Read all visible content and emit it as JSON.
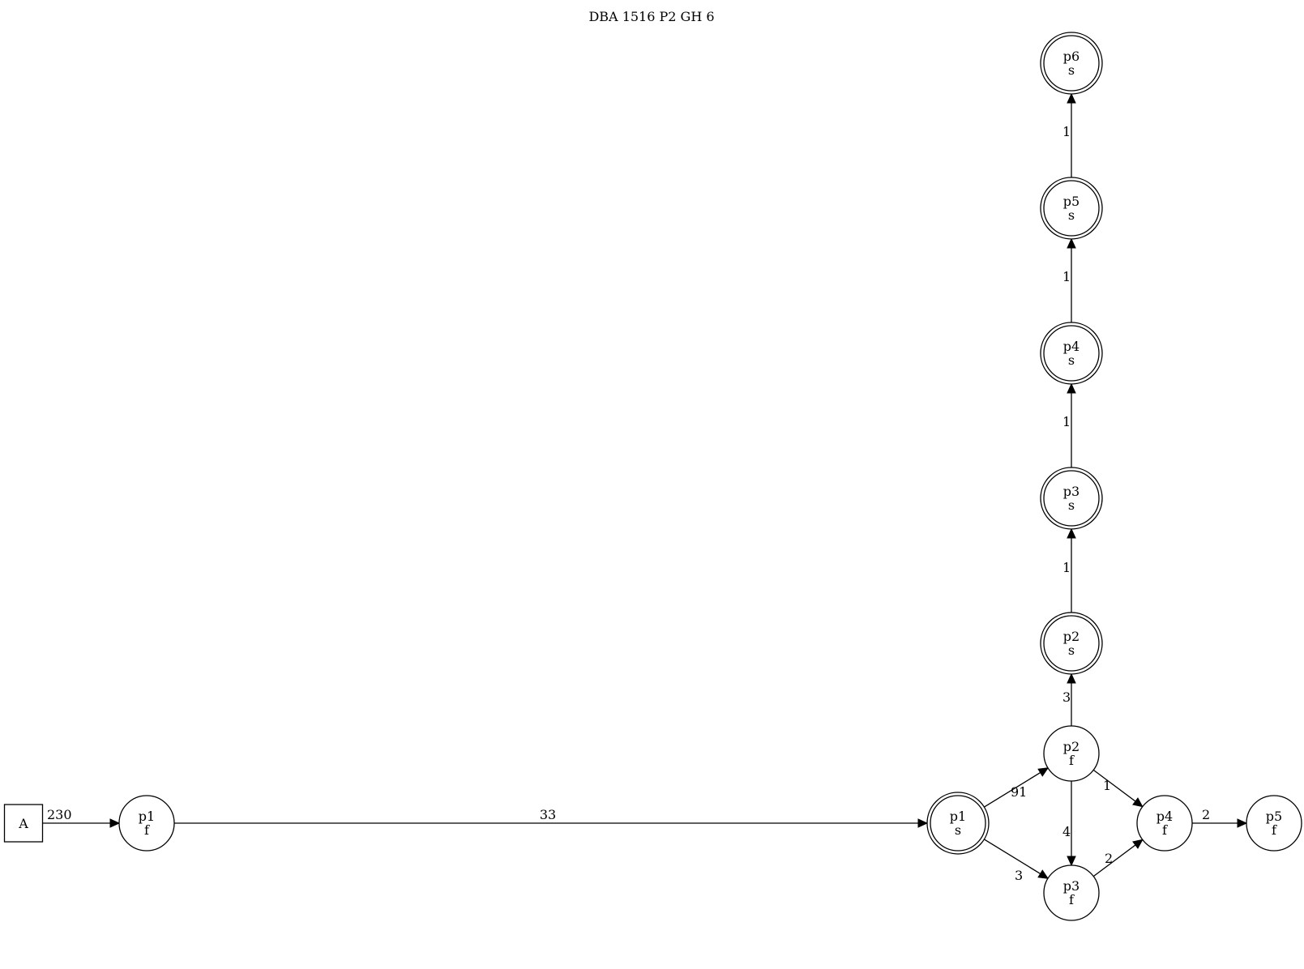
{
  "title": "DBA 1516 P2 GH 6",
  "nodes": [
    {
      "id": "A",
      "shape": "box",
      "line1": "A",
      "line2": ""
    },
    {
      "id": "p1f",
      "shape": "circle",
      "line1": "p1",
      "line2": "f"
    },
    {
      "id": "p1s",
      "shape": "doublecircle",
      "line1": "p1",
      "line2": "s"
    },
    {
      "id": "p2f",
      "shape": "circle",
      "line1": "p2",
      "line2": "f"
    },
    {
      "id": "p3f",
      "shape": "circle",
      "line1": "p3",
      "line2": "f"
    },
    {
      "id": "p4f",
      "shape": "circle",
      "line1": "p4",
      "line2": "f"
    },
    {
      "id": "p5f",
      "shape": "circle",
      "line1": "p5",
      "line2": "f"
    },
    {
      "id": "p2s",
      "shape": "doublecircle",
      "line1": "p2",
      "line2": "s"
    },
    {
      "id": "p3s",
      "shape": "doublecircle",
      "line1": "p3",
      "line2": "s"
    },
    {
      "id": "p4s",
      "shape": "doublecircle",
      "line1": "p4",
      "line2": "s"
    },
    {
      "id": "p5s",
      "shape": "doublecircle",
      "line1": "p5",
      "line2": "s"
    },
    {
      "id": "p6s",
      "shape": "doublecircle",
      "line1": "p6",
      "line2": "s"
    }
  ],
  "edges": [
    {
      "from": "A",
      "to": "p1f",
      "label": "230"
    },
    {
      "from": "p1f",
      "to": "p1s",
      "label": "33"
    },
    {
      "from": "p1s",
      "to": "p2f",
      "label": "91"
    },
    {
      "from": "p1s",
      "to": "p3f",
      "label": "3"
    },
    {
      "from": "p2f",
      "to": "p3f",
      "label": "4"
    },
    {
      "from": "p2f",
      "to": "p4f",
      "label": "1"
    },
    {
      "from": "p3f",
      "to": "p4f",
      "label": "2"
    },
    {
      "from": "p4f",
      "to": "p5f",
      "label": "2"
    },
    {
      "from": "p2f",
      "to": "p2s",
      "label": "3"
    },
    {
      "from": "p2s",
      "to": "p3s",
      "label": "1"
    },
    {
      "from": "p3s",
      "to": "p4s",
      "label": "1"
    },
    {
      "from": "p4s",
      "to": "p5s",
      "label": "1"
    },
    {
      "from": "p5s",
      "to": "p6s",
      "label": "1"
    }
  ]
}
